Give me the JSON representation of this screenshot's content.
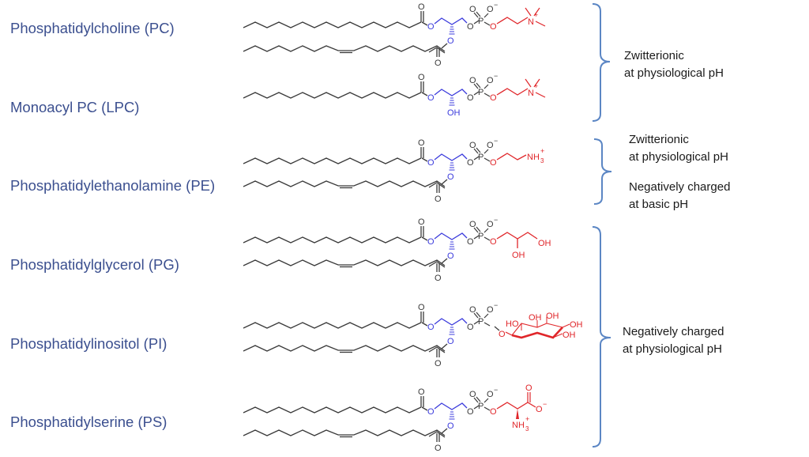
{
  "colors": {
    "label": "#3b4f8f",
    "bracket": "#5b86c4",
    "chain": "#3a3a3a",
    "glycerol": "#3b3bdc",
    "headgroup": "#e0262a",
    "note_text": "#1a1a1a"
  },
  "lipids": [
    {
      "label": "Phosphatidylcholine (PC)",
      "abbr": "PC",
      "headgroup": "choline",
      "chains": 2
    },
    {
      "label": "Monoacyl PC (LPC)",
      "abbr": "LPC",
      "headgroup": "choline",
      "chains": 1
    },
    {
      "label": "Phosphatidylethanolamine (PE)",
      "abbr": "PE",
      "headgroup": "ethanolamine",
      "chains": 2
    },
    {
      "label": "Phosphatidylglycerol (PG)",
      "abbr": "PG",
      "headgroup": "glycerol",
      "chains": 2
    },
    {
      "label": "Phosphatidylinositol (PI)",
      "abbr": "PI",
      "headgroup": "inositol",
      "chains": 2
    },
    {
      "label": "Phosphatidylserine (PS)",
      "abbr": "PS",
      "headgroup": "serine",
      "chains": 2
    }
  ],
  "groups": [
    {
      "members": [
        "PC",
        "LPC"
      ],
      "lines": [
        "Zwitterionic",
        "at physiological pH"
      ]
    },
    {
      "members": [
        "PE"
      ],
      "lines": [
        "Zwitterionic",
        "at physiological pH",
        "",
        "Negatively charged",
        "at basic pH"
      ]
    },
    {
      "members": [
        "PG",
        "PI",
        "PS"
      ],
      "lines": [
        "Negatively charged",
        "at physiological pH"
      ]
    }
  ],
  "atoms": {
    "O": "O",
    "OH": "OH",
    "HO": "HO",
    "P": "P",
    "N": "N",
    "NH3": "NH",
    "sub3": "3",
    "plus": "+",
    "minus": "−"
  }
}
